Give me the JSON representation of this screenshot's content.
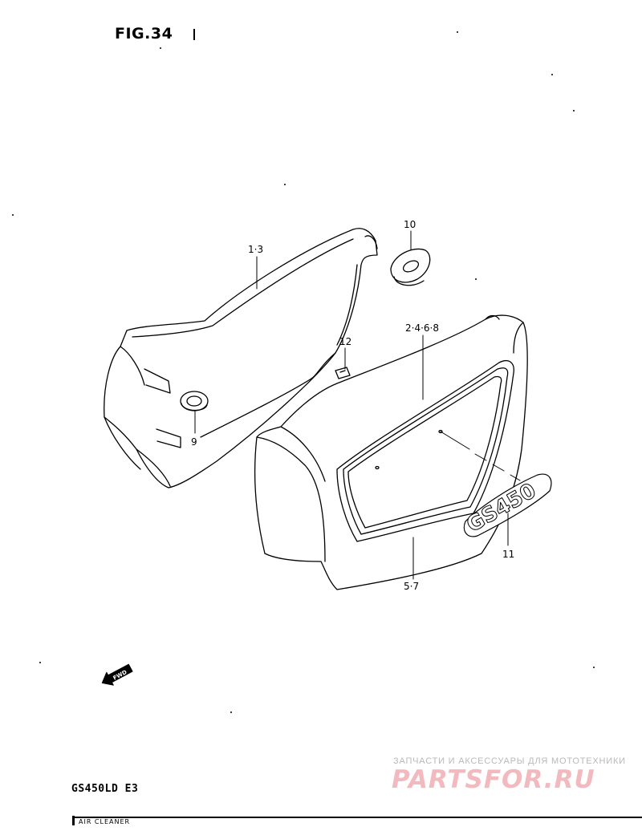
{
  "figure": {
    "title": "FIG.34"
  },
  "callouts": {
    "c1": "1·3",
    "c2": "10",
    "c3": "2·4·6·8",
    "c4": "12",
    "c5": "9",
    "c6": "5·7",
    "c7": "11"
  },
  "emblem_text": "GS450",
  "fwd_text": "FWD",
  "model": "GS450LD E3",
  "watermark": {
    "line1": "ЗАПЧАСТИ И АКСЕССУАРЫ ДЛЯ МОТОТЕХНИКИ",
    "logo": "PARTSFOR.RU"
  },
  "footer_strip_text": "AIR CLEANER"
}
